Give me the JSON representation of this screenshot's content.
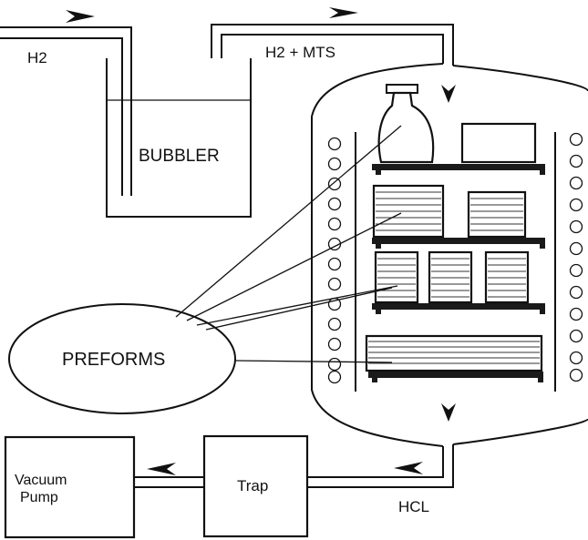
{
  "labels": {
    "h2": "H2",
    "h2_mts": "H2 + MTS",
    "bubbler": "BUBBLER",
    "preforms": "PREFORMS",
    "vacuum_pump_line1": "Vacuum",
    "vacuum_pump_line2": "Pump",
    "trap": "Trap",
    "hcl": "HCL"
  },
  "colors": {
    "line": "#111111",
    "shelf_dark": "#1a1a1a",
    "background": "#ffffff"
  }
}
